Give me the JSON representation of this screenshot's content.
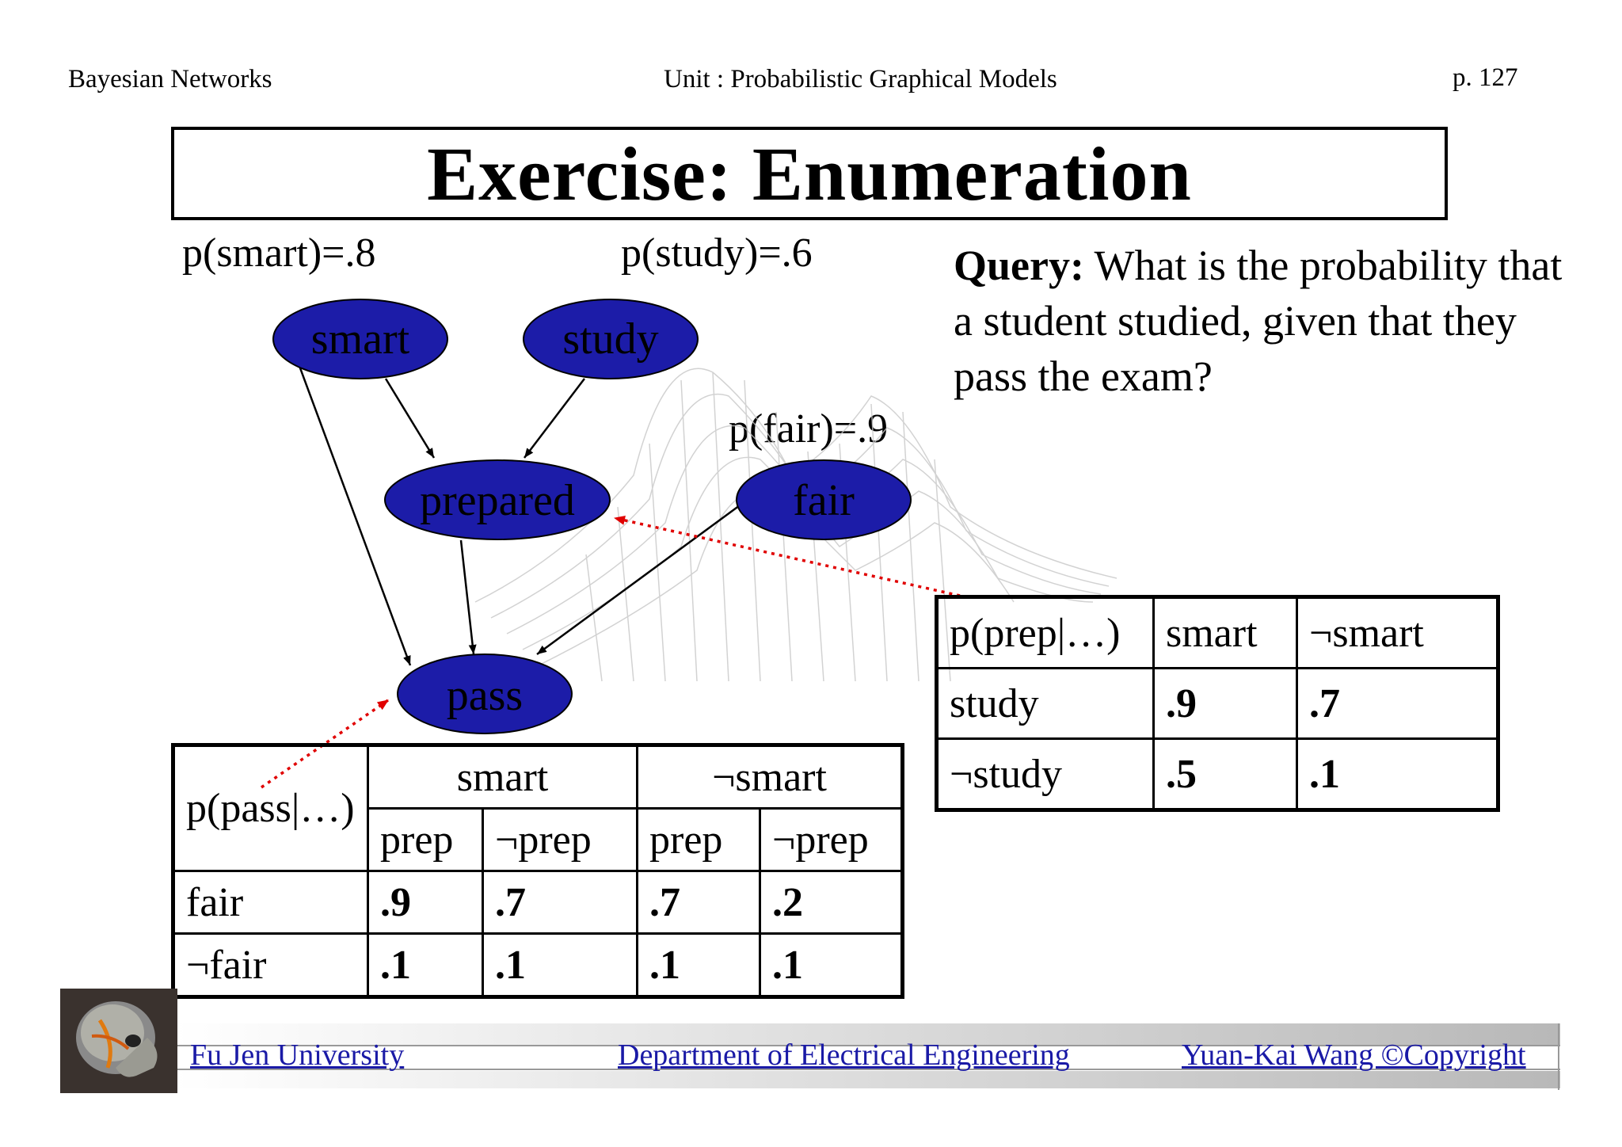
{
  "header": {
    "left": "Bayesian Networks",
    "center": "Unit : Probabilistic Graphical Models",
    "page": "p.  127"
  },
  "title": "Exercise: Enumeration",
  "priors": {
    "smart": "p(smart)=.8",
    "study": "p(study)=.6",
    "fair": "p(fair)=.9"
  },
  "query": {
    "label": "Query:",
    "text": " What is the probability that a student studied, given that they pass the exam?"
  },
  "nodes": {
    "smart": "smart",
    "study": "study",
    "prepared": "prepared",
    "fair": "fair",
    "pass": "pass"
  },
  "node_color": "#1c1ca8",
  "arrow_color": "#e00000",
  "prep_table": {
    "corner": "p(prep|…)",
    "cols": [
      "smart",
      "¬smart"
    ],
    "rows": [
      {
        "label": "study",
        "values": [
          ".9",
          ".7"
        ]
      },
      {
        "label": "¬study",
        "values": [
          ".5",
          ".1"
        ]
      }
    ]
  },
  "pass_table": {
    "corner": "p(pass|…)",
    "groups": [
      "smart",
      "¬smart"
    ],
    "subcols": [
      "prep",
      "¬prep",
      "prep",
      "¬prep"
    ],
    "rows": [
      {
        "label": "fair",
        "values": [
          ".9",
          ".7",
          ".7",
          ".2"
        ]
      },
      {
        "label": "¬fair",
        "values": [
          ".1",
          ".1",
          ".1",
          ".1"
        ]
      }
    ]
  },
  "footer": {
    "left": "Fu Jen University",
    "center": "Department of Electrical Engineering",
    "right": "Yuan-Kai Wang ©Copyright"
  }
}
